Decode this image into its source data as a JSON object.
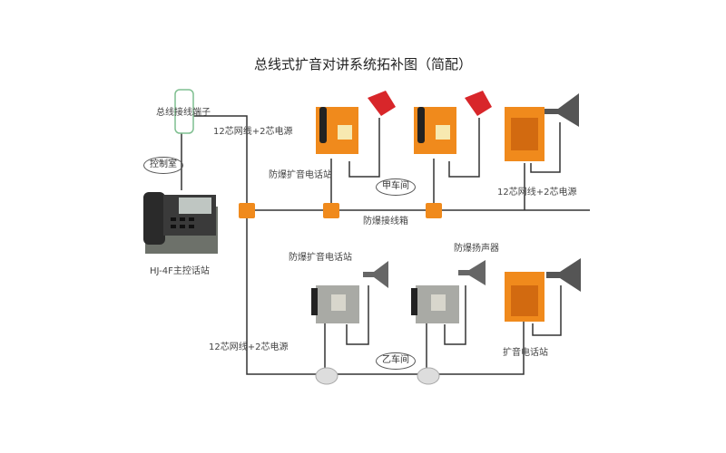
{
  "title": "总线式扩音对讲系统拓补图（简配）",
  "labels": {
    "bus_terminal": "总线接线端子",
    "cable_top": "12芯网线+2芯电源",
    "control_room": "控制室",
    "main_station": "HJ-4F主控话站",
    "ex_phone_top": "防爆扩音电话站",
    "workshop_a": "甲车间",
    "ex_junction_box": "防爆接线箱",
    "cable_right": "12芯网线+2芯电源",
    "ex_phone_bottom": "防爆扩音电话站",
    "ex_speaker": "防爆扬声器",
    "cable_bottom": "12芯网线+2芯电源",
    "workshop_b": "乙车间",
    "pa_phone": "扩音电话站"
  },
  "colors": {
    "orange": "#f08a1c",
    "red_horn": "#d8262a",
    "line": "#333333",
    "terminal": "#7fbf90"
  }
}
